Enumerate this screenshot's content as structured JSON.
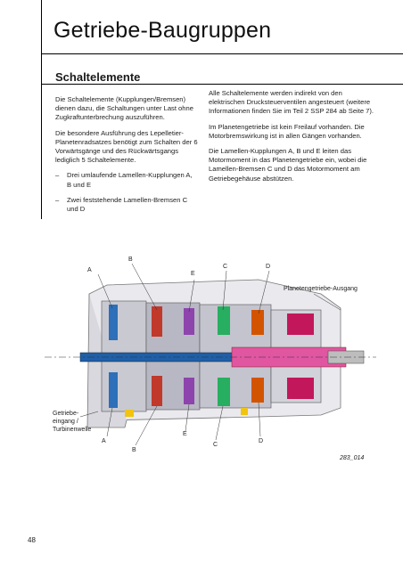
{
  "title": "Getriebe-Baugruppen",
  "section_title": "Schaltelemente",
  "left_column": {
    "p1": "Die Schaltelemente (Kupplungen/Bremsen) dienen dazu, die Schaltungen unter Last ohne Zugkraftunterbrechung auszuführen.",
    "p2": "Die besondere Ausführung des Lepelletier-Planetenradsatzes benötigt zum Schalten der 6 Vorwärtsgänge und des Rückwärtsgangs lediglich 5 Schaltelemente.",
    "bullet_dash": "–",
    "bullet1": "Drei umlaufende Lamellen-Kupplungen A, B und E",
    "bullet2": "Zwei feststehende Lamellen-Bremsen C und D"
  },
  "right_column": {
    "p1": "Alle Schaltelemente werden indirekt von den elektrischen Drucksteuerventilen angesteuert (weitere Informationen finden Sie im Teil 2 SSP 284 ab Seite 7).",
    "p2": "Im Planetengetriebe ist kein Freilauf vorhanden. Die Motorbremswirkung ist in allen Gängen vorhanden.",
    "p3": "Die Lamellen-Kupplungen A, B und E leiten das Motormoment in das Planetengetriebe ein, wobei die Lamellen-Bremsen C und D das Motormoment am Getriebegehäuse abstützen."
  },
  "diagram": {
    "top_labels": {
      "a": "A",
      "b": "B",
      "e": "E",
      "c": "C",
      "d": "D"
    },
    "bottom_labels": {
      "a": "A",
      "b": "B",
      "e": "E",
      "c": "C",
      "d": "D"
    },
    "output_label": "Planetengetriebe-Ausgang",
    "input_label_line1": "Getriebe-",
    "input_label_line2": "eingang /",
    "input_label_line3": "Turbinenwelle",
    "figure_id": "283_014"
  },
  "page_number": "48"
}
